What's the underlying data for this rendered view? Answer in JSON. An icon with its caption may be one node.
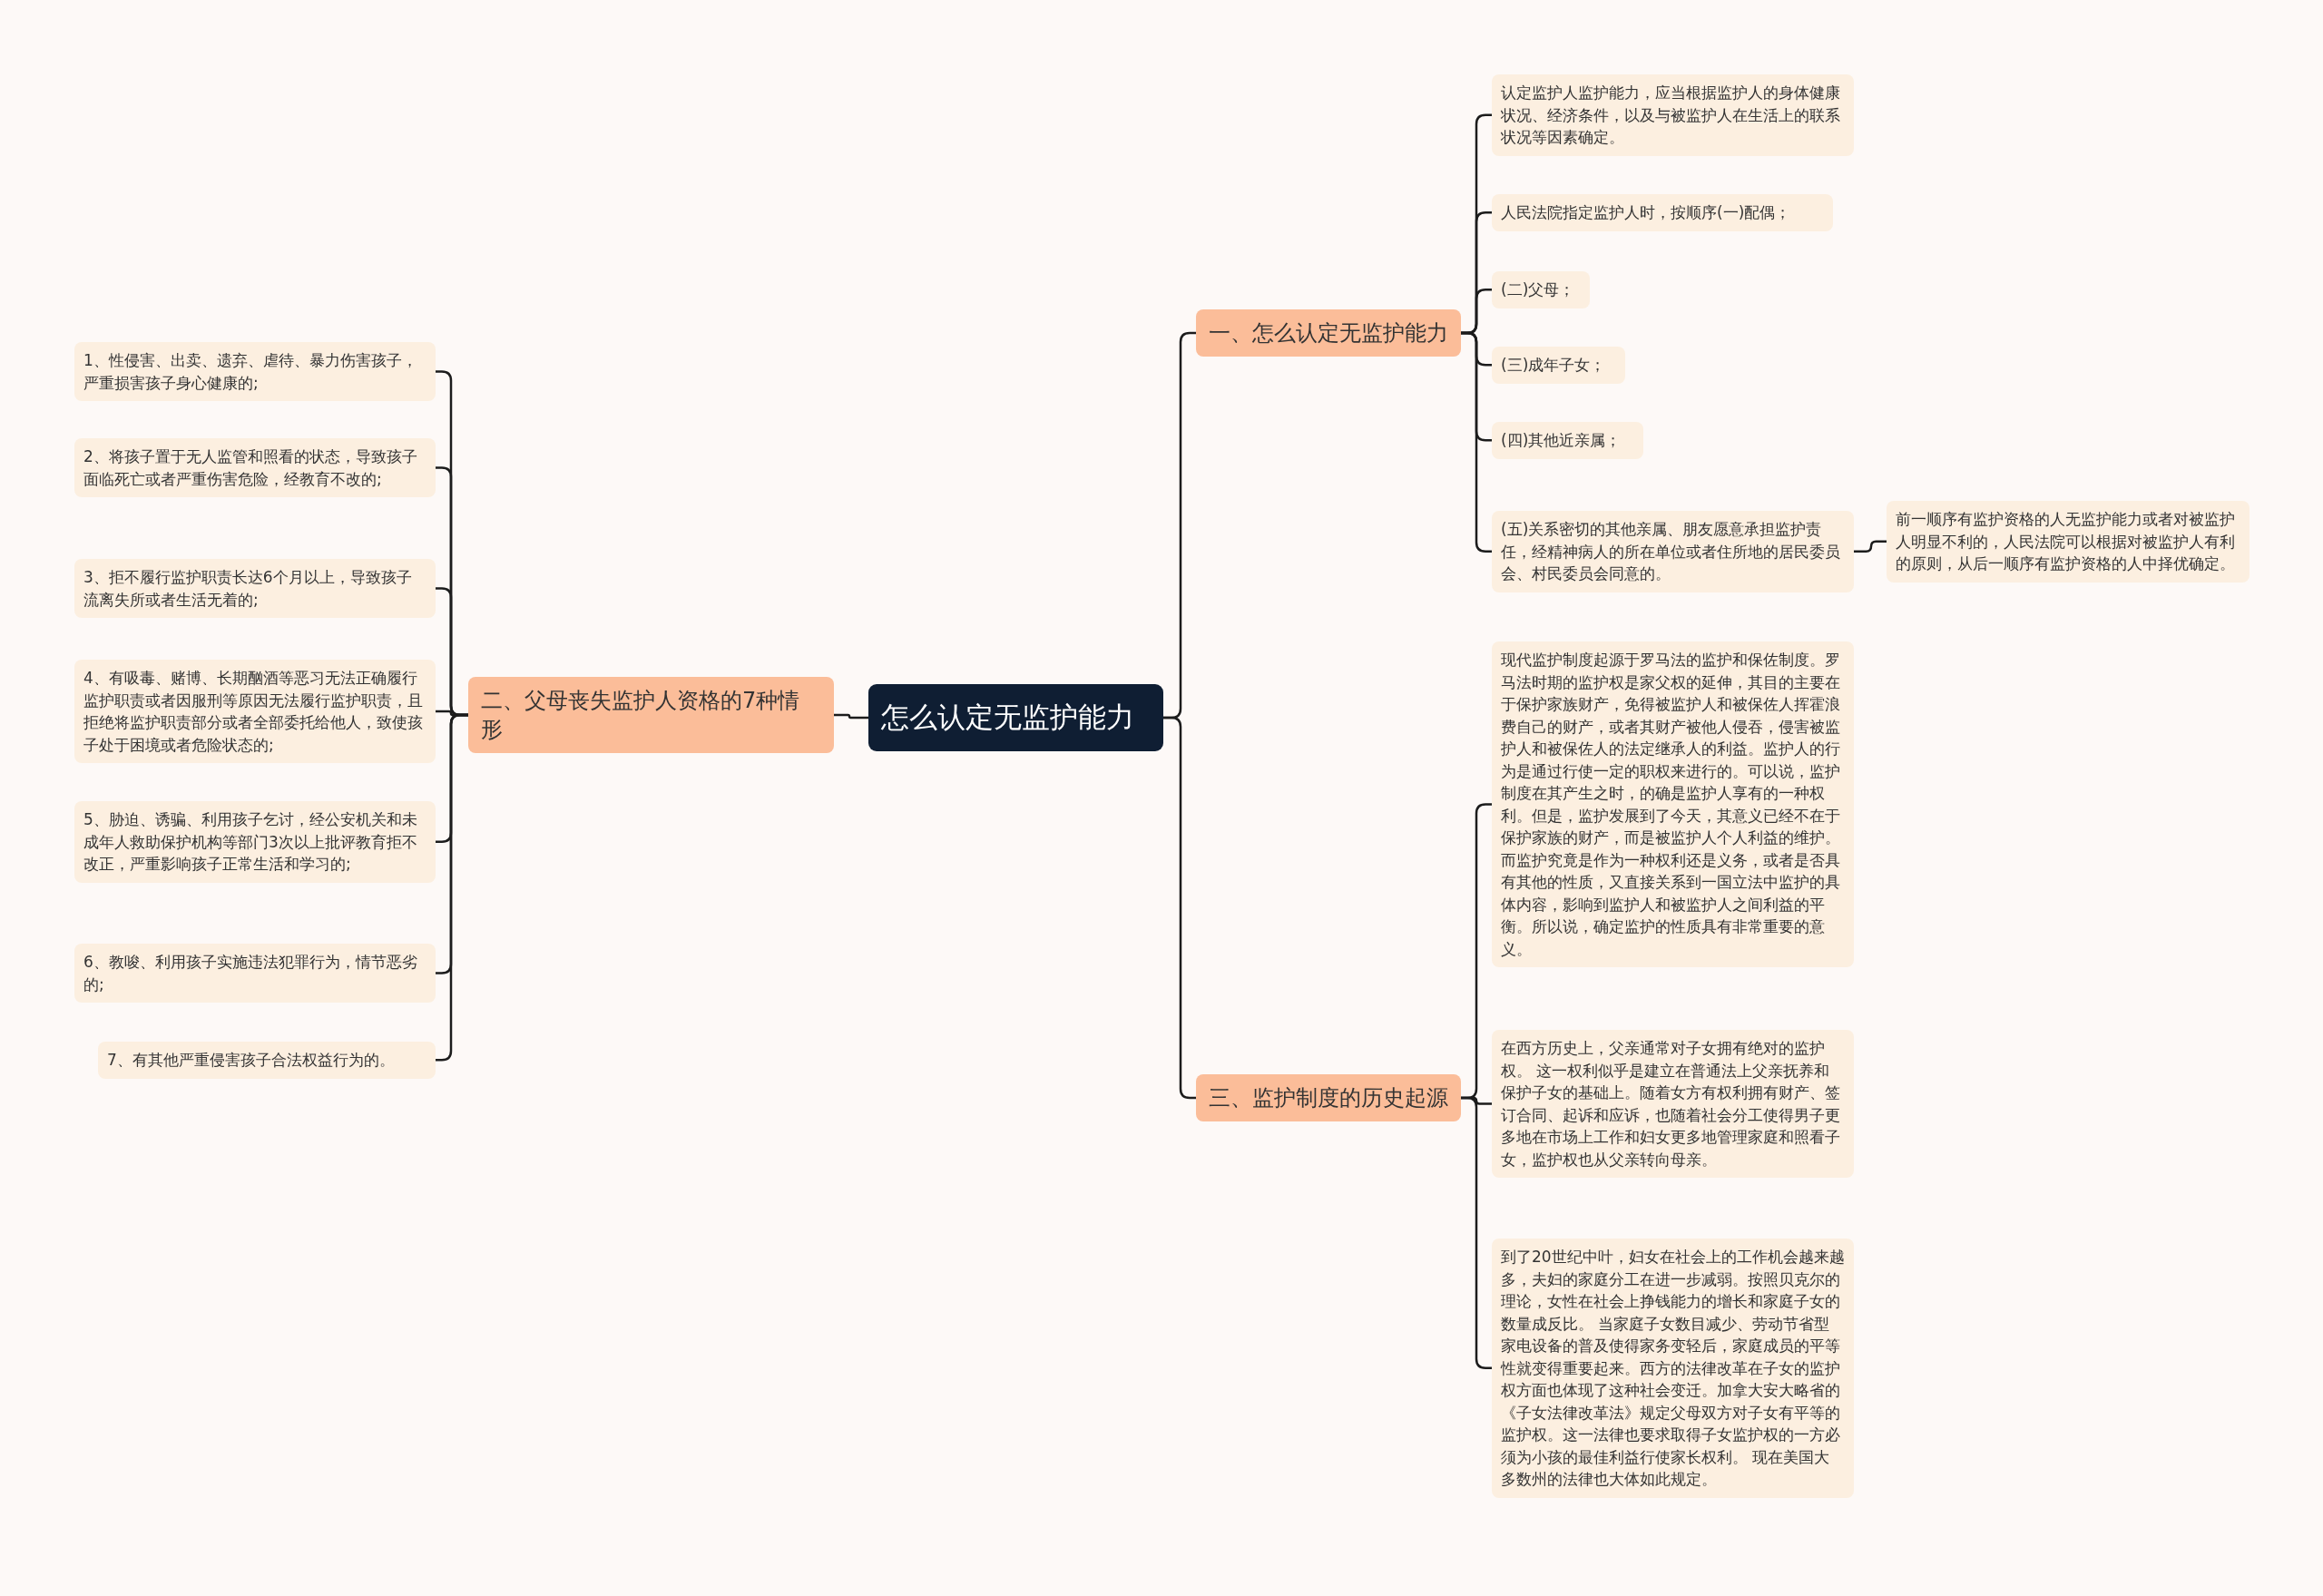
{
  "diagram": {
    "nodes": [
      {
        "text": [
          "怎么认定无监护能力"
        ]
      },
      {
        "text": [
          "一、怎么认定无监护能力"
        ]
      },
      {
        "text": [
          "认定监护人监护能力，应当根据监护人的身体健康状况、经济条件，以及与被监护人在生活上的联系状况等因素确定。"
        ]
      },
      {
        "text": [
          "人民法院指定监护人时，按顺序(一)配偶；"
        ]
      },
      {
        "text": [
          "(二)父母；"
        ]
      },
      {
        "text": [
          "(三)成年子女；"
        ]
      },
      {
        "text": [
          "(四)其他近亲属；"
        ]
      },
      {
        "text": [
          "(五)关系密切的其他亲属、朋友愿意承担监护责任，经精神病人的所在单位或者住所地的居民委员会、村民委员会同意的。"
        ]
      },
      {
        "text": [
          "前一顺序有监护资格的人无监护能力或者对被监护人明显不利的，人民法院可以根据对被监护人有利的原则，从后一顺序有监护资格的人中择优确定。"
        ]
      },
      {
        "text": [
          "三、监护制度的历史起源"
        ]
      },
      {
        "text": [
          "现代监护制度起源于罗马法的监护和保佐制度。罗马法时期的监护权是家父权的延伸，其目的主要在于保护家族财产，免得被监护人和被保佐人挥霍浪费自己的财产，或者其财产被他人侵吞，侵害被监护人和被保佐人的法定继承人的利益。监护人的行为是通过行使一定的职权来进行的。可以说，监护制度在其产生之时，的确是监护人享有的一种权利。但是，监护发展到了今天，其意义已经不在于保护家族的财产，而是被监护人个人利益的维护。而监护究竟是作为一种权利还是义务，或者是否具有其他的性质，又直接关系到一国立法中监护的具体内容，影响到监护人和被监护人之间利益的平衡。所以说，确定监护的性质具有非常重要的意义。"
        ]
      },
      {
        "text": [
          "在西方历史上，父亲通常对子女拥有绝对的监护权。 这一权利似乎是建立在普通法上父亲抚养和保护子女的基础上。随着女方有权利拥有财产、签订合同、起诉和应诉，也随着社会分工使得男子更多地在市场上工作和妇女更多地管理家庭和照看子女，监护权也从父亲转向母亲。"
        ]
      },
      {
        "text": [
          "到了20世纪中叶，妇女在社会上的工作机会越来越多，夫妇的家庭分工在进一步减弱。按照贝克尔的理论，女性在社会上挣钱能力的增长和家庭子女的数量成反比。 当家庭子女数目减少、劳动节省型家电设备的普及使得家务变轻后，家庭成员的平等性就变得重要起来。西方的法律改革在子女的监护权方面也体现了这种社会变迁。加拿大安大略省的《子女法律改革法》规定父母双方对子女有平等的监护权。这一法律也要求取得子女监护权的一方必须为小孩的最佳利益行使家长权利。 现在美国大多数州的法律也大体如此规定。"
        ]
      },
      {
        "text": [
          "二、父母丧失监护人资格的7种情形"
        ]
      },
      {
        "text": [
          "1、性侵害、出卖、遗弃、虐待、暴力伤害孩子，严重损害孩子身心健康的;"
        ]
      },
      {
        "text": [
          "2、将孩子置于无人监管和照看的状态，导致孩子面临死亡或者严重伤害危险，经教育不改的;"
        ]
      },
      {
        "text": [
          "3、拒不履行监护职责长达6个月以上，导致孩子流离失所或者生活无着的;"
        ]
      },
      {
        "text": [
          "4、有吸毒、赌博、长期酗酒等恶习无法正确履行监护职责或者因服刑等原因无法履行监护职责，且拒绝将监护职责部分或者全部委托给他人，致使孩子处于困境或者危险状态的;"
        ]
      },
      {
        "text": [
          "5、胁迫、诱骗、利用孩子乞讨，经公安机关和未成年人救助保护机构等部门3次以上批评教育拒不改正，严重影响孩子正常生活和学习的;"
        ]
      },
      {
        "text": [
          "6、教唆、利用孩子实施违法犯罪行为，情节恶劣的;"
        ]
      },
      {
        "text": [
          "7、有其他严重侵害孩子合法权益行为的。"
        ]
      }
    ],
    "edges": [
      {
        "from": 0,
        "to": 1,
        "arrow": "none"
      },
      {
        "from": 1,
        "to": 2,
        "arrow": "none"
      },
      {
        "from": 1,
        "to": 3,
        "arrow": "none"
      },
      {
        "from": 1,
        "to": 4,
        "arrow": "none"
      },
      {
        "from": 1,
        "to": 5,
        "arrow": "none"
      },
      {
        "from": 1,
        "to": 6,
        "arrow": "none"
      },
      {
        "from": 1,
        "to": 7,
        "arrow": "none"
      },
      {
        "from": 7,
        "to": 8,
        "arrow": "none"
      },
      {
        "from": 0,
        "to": 9,
        "arrow": "none"
      },
      {
        "from": 9,
        "to": 10,
        "arrow": "none"
      },
      {
        "from": 9,
        "to": 11,
        "arrow": "none"
      },
      {
        "from": 9,
        "to": 12,
        "arrow": "none"
      },
      {
        "from": 0,
        "to": 13,
        "arrow": "none"
      },
      {
        "from": 13,
        "to": 14,
        "arrow": "none"
      },
      {
        "from": 13,
        "to": 15,
        "arrow": "none"
      },
      {
        "from": 13,
        "to": 16,
        "arrow": "none"
      },
      {
        "from": 13,
        "to": 17,
        "arrow": "none"
      },
      {
        "from": 13,
        "to": 18,
        "arrow": "none"
      },
      {
        "from": 13,
        "to": 19,
        "arrow": "none"
      },
      {
        "from": 13,
        "to": 20,
        "arrow": "none"
      }
    ]
  }
}
